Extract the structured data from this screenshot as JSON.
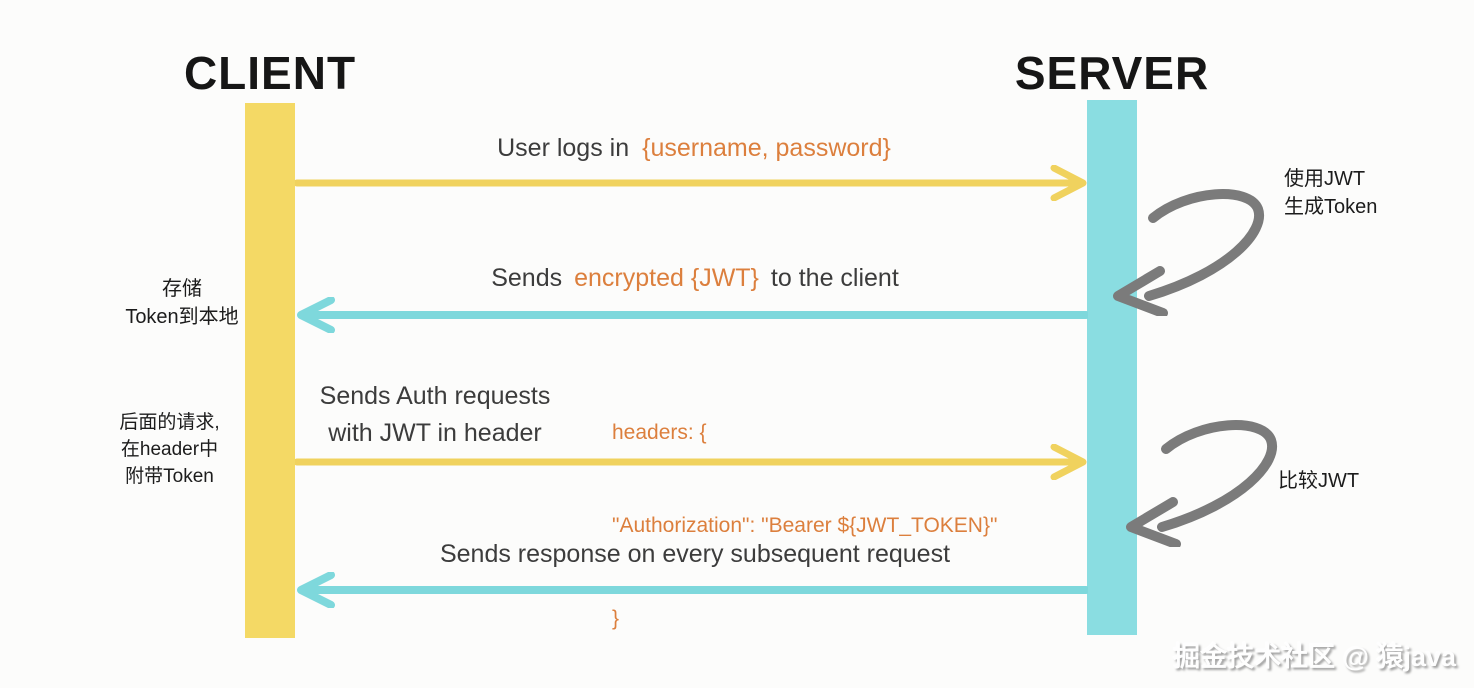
{
  "actors": {
    "client": {
      "label": "CLIENT"
    },
    "server": {
      "label": "SERVER"
    }
  },
  "messages": {
    "login": {
      "plain": "User logs in",
      "payload": "{username, password}"
    },
    "send_jwt": {
      "pre": "Sends",
      "payload": "encrypted {JWT}",
      "post": "to the client"
    },
    "auth_request": {
      "line1": "Sends Auth requests",
      "line2": "with JWT in header",
      "code": {
        "l1": "headers: {",
        "l2": "\"Authorization\": \"Bearer ${JWT_TOKEN}\"",
        "l3": "}"
      }
    },
    "response": {
      "text": "Sends response on every subsequent request"
    }
  },
  "annotations": {
    "store_token": {
      "line1": "存储",
      "line2": "Token到本地"
    },
    "later_requests": {
      "line1": "后面的请求,",
      "line2": "在header中",
      "line3": "附带Token"
    },
    "generate_token": {
      "line1": "使用JWT",
      "line2": "生成Token"
    },
    "compare_jwt": {
      "text": "比较JWT"
    }
  },
  "watermark": {
    "text": "掘金技术社区 @ 猿java"
  },
  "colors": {
    "client_lifeline": "#F4D965",
    "server_lifeline": "#8ADDE1",
    "yellow_arrow": "#F0D25E",
    "cyan_arrow": "#7ED8DC",
    "payload_orange": "#DC7F3D",
    "hand_arrow_gray": "#7B7B7B",
    "text_dark": "#3C3C3C"
  }
}
